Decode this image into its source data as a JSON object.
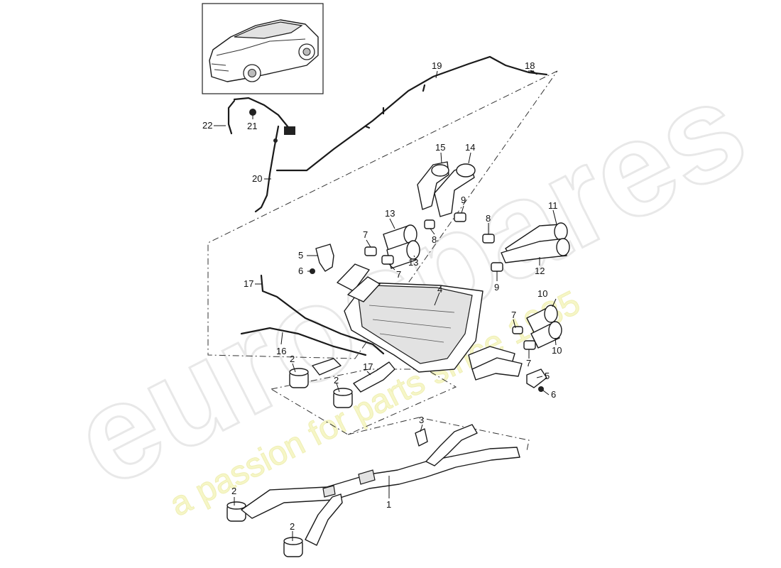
{
  "watermark": {
    "brand": "eurospares",
    "tagline": "a passion for parts since 1985"
  },
  "callouts": [
    {
      "id": "c1",
      "label": "1"
    },
    {
      "id": "c2a",
      "label": "2"
    },
    {
      "id": "c2b",
      "label": "2"
    },
    {
      "id": "c2c",
      "label": "2"
    },
    {
      "id": "c2d",
      "label": "2"
    },
    {
      "id": "c3",
      "label": "3"
    },
    {
      "id": "c4",
      "label": "4"
    },
    {
      "id": "c5a",
      "label": "5"
    },
    {
      "id": "c5b",
      "label": "5"
    },
    {
      "id": "c6a",
      "label": "6"
    },
    {
      "id": "c6b",
      "label": "6"
    },
    {
      "id": "c7a",
      "label": "7"
    },
    {
      "id": "c7b",
      "label": "7"
    },
    {
      "id": "c7c",
      "label": "7"
    },
    {
      "id": "c7d",
      "label": "7"
    },
    {
      "id": "c8a",
      "label": "8"
    },
    {
      "id": "c8b",
      "label": "8"
    },
    {
      "id": "c9a",
      "label": "9"
    },
    {
      "id": "c9b",
      "label": "9"
    },
    {
      "id": "c10a",
      "label": "10"
    },
    {
      "id": "c10b",
      "label": "10"
    },
    {
      "id": "c11",
      "label": "11"
    },
    {
      "id": "c12",
      "label": "12"
    },
    {
      "id": "c13a",
      "label": "13"
    },
    {
      "id": "c13b",
      "label": "13"
    },
    {
      "id": "c14",
      "label": "14"
    },
    {
      "id": "c15",
      "label": "15"
    },
    {
      "id": "c16",
      "label": "16"
    },
    {
      "id": "c17a",
      "label": "17"
    },
    {
      "id": "c17b",
      "label": "17"
    },
    {
      "id": "c18",
      "label": "18"
    },
    {
      "id": "c19",
      "label": "19"
    },
    {
      "id": "c20",
      "label": "20"
    },
    {
      "id": "c21",
      "label": "21"
    },
    {
      "id": "c22",
      "label": "22"
    }
  ]
}
